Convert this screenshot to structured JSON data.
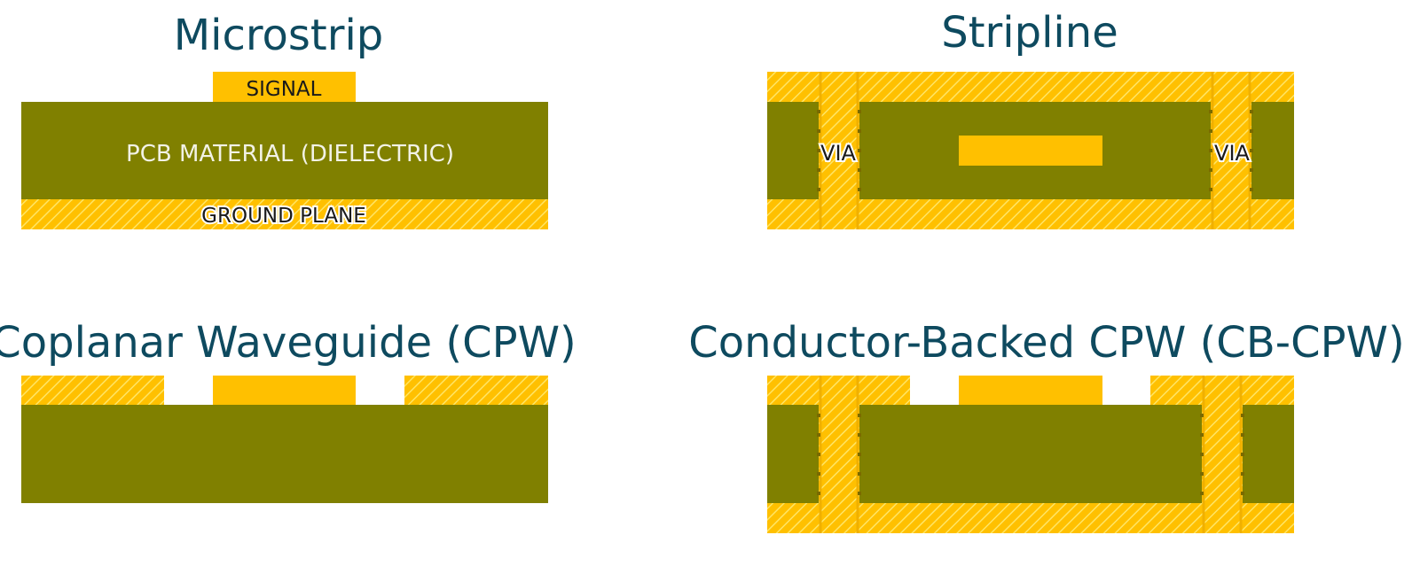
{
  "colors": {
    "dielectric": "#808000",
    "copper": "#ffc000",
    "hatch_line": "#ffe566",
    "title": "#0e4a5f",
    "label_dark": "#1a1a1a",
    "label_light": "#f2f2e6",
    "via_marker": "#7a6a00"
  },
  "panels": {
    "microstrip": {
      "title": "Microstrip",
      "signal_label": "SIGNAL",
      "dielectric_label": "PCB MATERIAL (DIELECTRIC)",
      "ground_label": "GROUND PLANE"
    },
    "stripline": {
      "title": "Stripline",
      "via_left_label": "VIA",
      "via_right_label": "VIA"
    },
    "cpw": {
      "title": "Coplanar Waveguide (CPW)"
    },
    "cbcpw": {
      "title": "Conductor-Backed CPW (CB-CPW)"
    }
  }
}
